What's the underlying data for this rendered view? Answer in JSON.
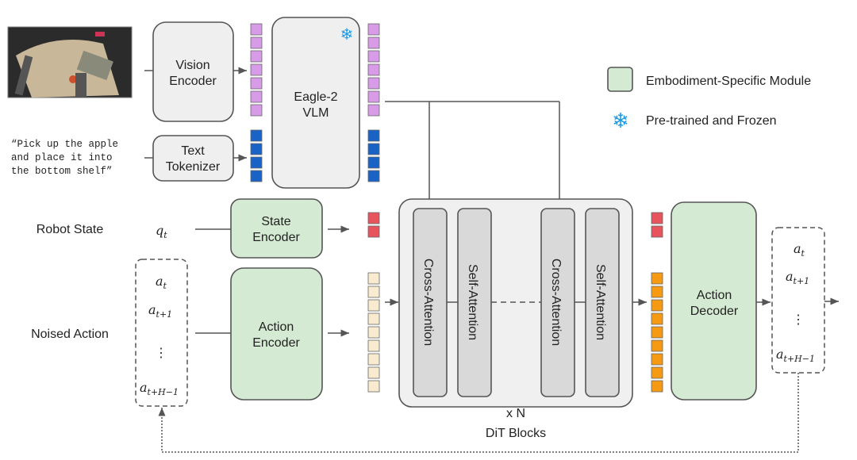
{
  "inputs": {
    "instruction_lines": [
      "“Pick up the apple",
      "and place it into",
      "the bottom shelf”"
    ],
    "robot_state_label": "Robot State",
    "robot_state_symbol": "q",
    "robot_state_sub": "t",
    "noised_action_label": "Noised Action"
  },
  "modules": {
    "vision_encoder": [
      "Vision",
      "Encoder"
    ],
    "text_tokenizer": [
      "Text",
      "Tokenizer"
    ],
    "vlm": [
      "Eagle-2",
      "VLM"
    ],
    "state_encoder": [
      "State",
      "Encoder"
    ],
    "action_encoder": [
      "Action",
      "Encoder"
    ],
    "action_decoder": [
      "Action",
      "Decoder"
    ]
  },
  "dit": {
    "blocks": [
      "Cross-Attention",
      "Self-Attention",
      "Cross-Attention",
      "Self-Attention"
    ],
    "repeat": "x N",
    "title": "DiT Blocks"
  },
  "action_sequence": {
    "symbol": "a",
    "subs": [
      "t",
      "t+1",
      "t+H−1"
    ],
    "ellipsis": "⋮"
  },
  "legend": {
    "embodiment": "Embodiment-Specific Module",
    "frozen": "Pre-trained and Frozen"
  },
  "icons": {
    "frozen": "snowflake-icon"
  },
  "colors": {
    "embodiment_module": "#d4ead2",
    "frozen_icon": "#1e9be6",
    "vision_token": "#d89be8",
    "text_token": "#1a63c6",
    "state_token": "#e8545e",
    "action_token": "#f8ebcf",
    "output_token": "#f59a12",
    "generic_module": "#efefef",
    "attention_block": "#d9d9d9"
  }
}
